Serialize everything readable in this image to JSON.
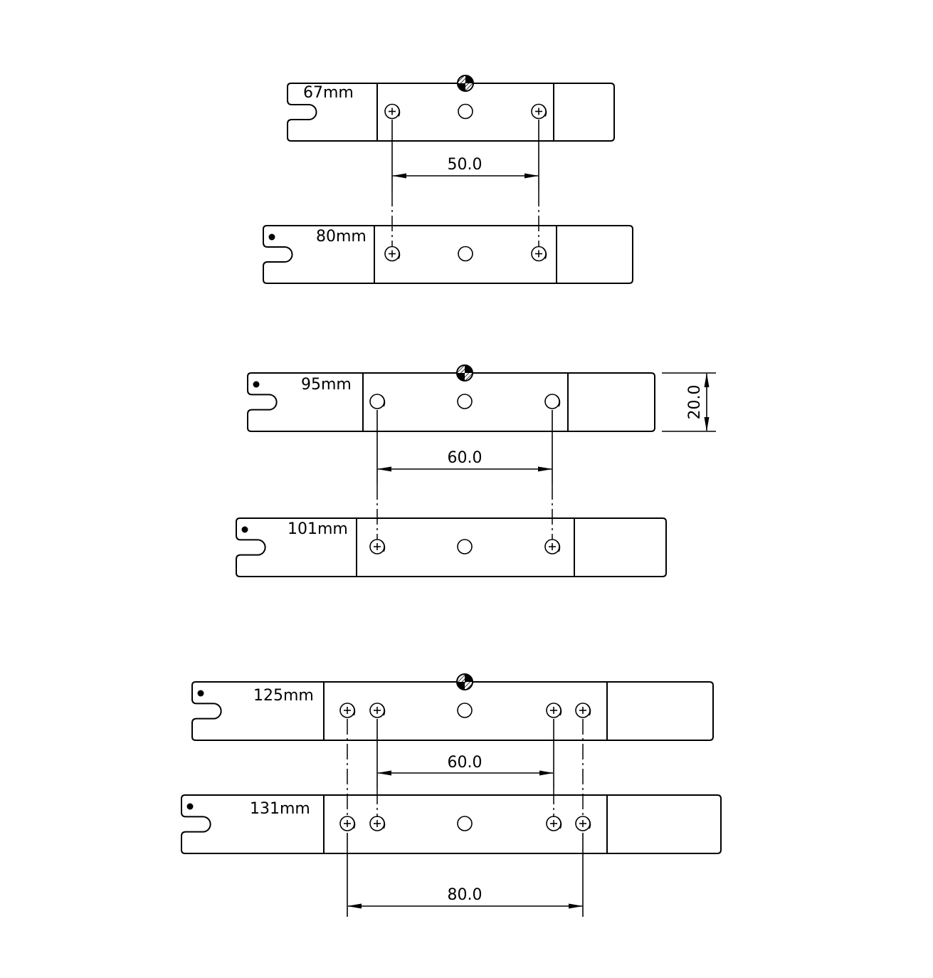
{
  "brackets": [
    {
      "label": "67mm",
      "screws": "plus"
    },
    {
      "label": "80mm",
      "screws": "plus"
    },
    {
      "label": "95mm",
      "screws": "plain"
    },
    {
      "label": "101mm",
      "screws": "plus"
    },
    {
      "label": "125mm",
      "screws": "plus"
    },
    {
      "label": "131mm",
      "screws": "plus"
    }
  ],
  "dimensions": {
    "d1": "50.0",
    "d2": "60.0",
    "d3": "60.0",
    "d4": "80.0",
    "height": "20.0"
  },
  "colors": {
    "line": "#000000",
    "background": "#ffffff"
  }
}
